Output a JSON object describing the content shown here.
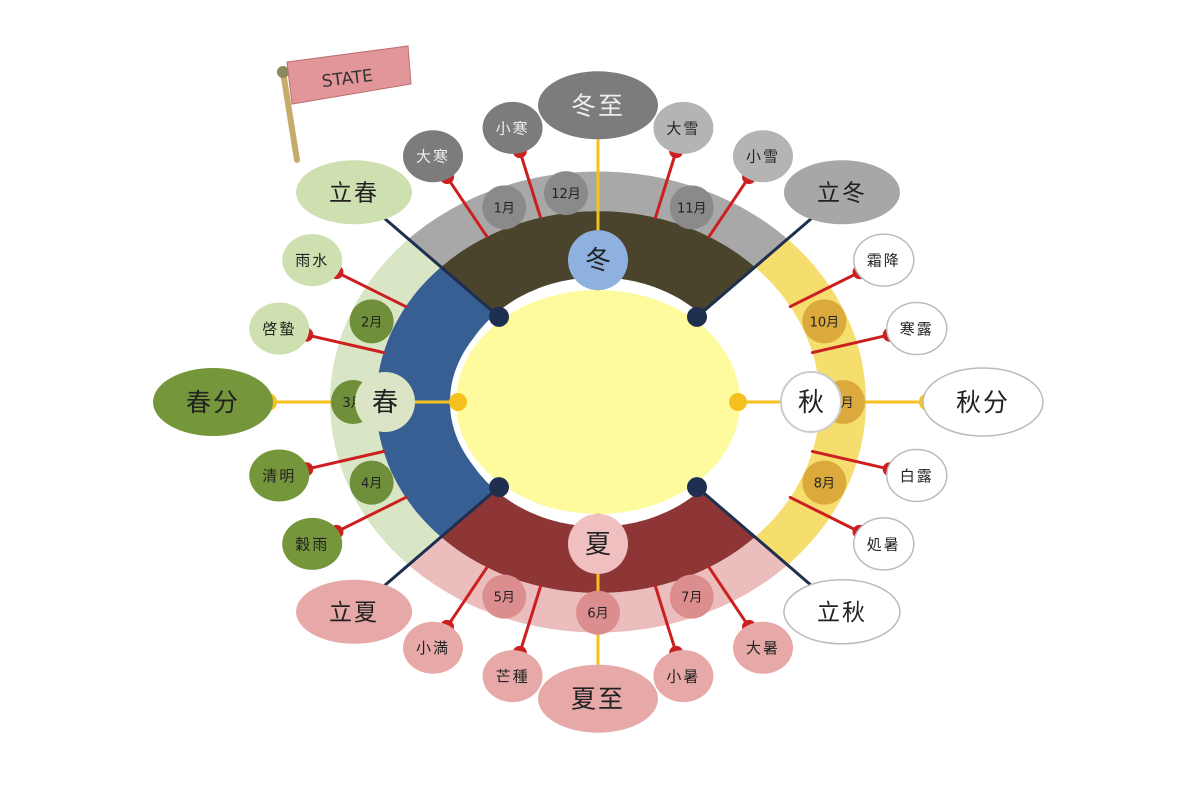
{
  "flag": {
    "text": "STATE"
  },
  "seasons": {
    "winter": {
      "label": "冬",
      "color": "#4a442c",
      "badge": "#8eb1e0"
    },
    "spring": {
      "label": "春",
      "color": "#385f93",
      "badge": "#dbe4c4"
    },
    "summer": {
      "label": "夏",
      "color": "#8e3535",
      "badge": "#f0c0c0"
    },
    "autumn": {
      "label": "秋",
      "color": "#ffffff",
      "badge": "#ffffff"
    }
  },
  "months": [
    {
      "label": "1月",
      "color": "#8a8a8a"
    },
    {
      "label": "2月",
      "color": "#6f8f3a"
    },
    {
      "label": "3月",
      "color": "#6f8f3a"
    },
    {
      "label": "4月",
      "color": "#6f8f3a"
    },
    {
      "label": "5月",
      "color": "#dc8e8e"
    },
    {
      "label": "6月",
      "color": "#dc8e8e"
    },
    {
      "label": "7月",
      "color": "#dc8e8e"
    },
    {
      "label": "8月",
      "color": "#dcaa3c"
    },
    {
      "label": "9月",
      "color": "#dcaa3c"
    },
    {
      "label": "10月",
      "color": "#dcaa3c"
    },
    {
      "label": "11月",
      "color": "#8a8a8a"
    },
    {
      "label": "12月",
      "color": "#8a8a8a"
    }
  ],
  "solar_terms": [
    {
      "name": "冬至",
      "kind": "major"
    },
    {
      "name": "小寒",
      "kind": "minor"
    },
    {
      "name": "大寒",
      "kind": "minor"
    },
    {
      "name": "立春",
      "kind": "start"
    },
    {
      "name": "雨水",
      "kind": "minor"
    },
    {
      "name": "啓蟄",
      "kind": "minor"
    },
    {
      "name": "春分",
      "kind": "major"
    },
    {
      "name": "清明",
      "kind": "minor"
    },
    {
      "name": "穀雨",
      "kind": "minor"
    },
    {
      "name": "立夏",
      "kind": "start"
    },
    {
      "name": "小満",
      "kind": "minor"
    },
    {
      "name": "芒種",
      "kind": "minor"
    },
    {
      "name": "夏至",
      "kind": "major"
    },
    {
      "name": "小暑",
      "kind": "minor"
    },
    {
      "name": "大暑",
      "kind": "minor"
    },
    {
      "name": "立秋",
      "kind": "start"
    },
    {
      "name": "処暑",
      "kind": "minor"
    },
    {
      "name": "白露",
      "kind": "minor"
    },
    {
      "name": "秋分",
      "kind": "major"
    },
    {
      "name": "寒露",
      "kind": "minor"
    },
    {
      "name": "霜降",
      "kind": "minor"
    },
    {
      "name": "立冬",
      "kind": "start"
    },
    {
      "name": "小雪",
      "kind": "minor"
    },
    {
      "name": "大雪",
      "kind": "minor"
    }
  ],
  "colors": {
    "center": "#fdfb9e",
    "ring_winter": "#a8a8a8",
    "ring_spring": "#d9e6c6",
    "ring_summer": "#ebbdbd",
    "ring_autumn": "#f5dd6e",
    "pin_season": "#1f2f4f",
    "pin_term": "#cc1f1f",
    "pin_solstice": "#f6c11f",
    "flag": "#e3969a"
  }
}
